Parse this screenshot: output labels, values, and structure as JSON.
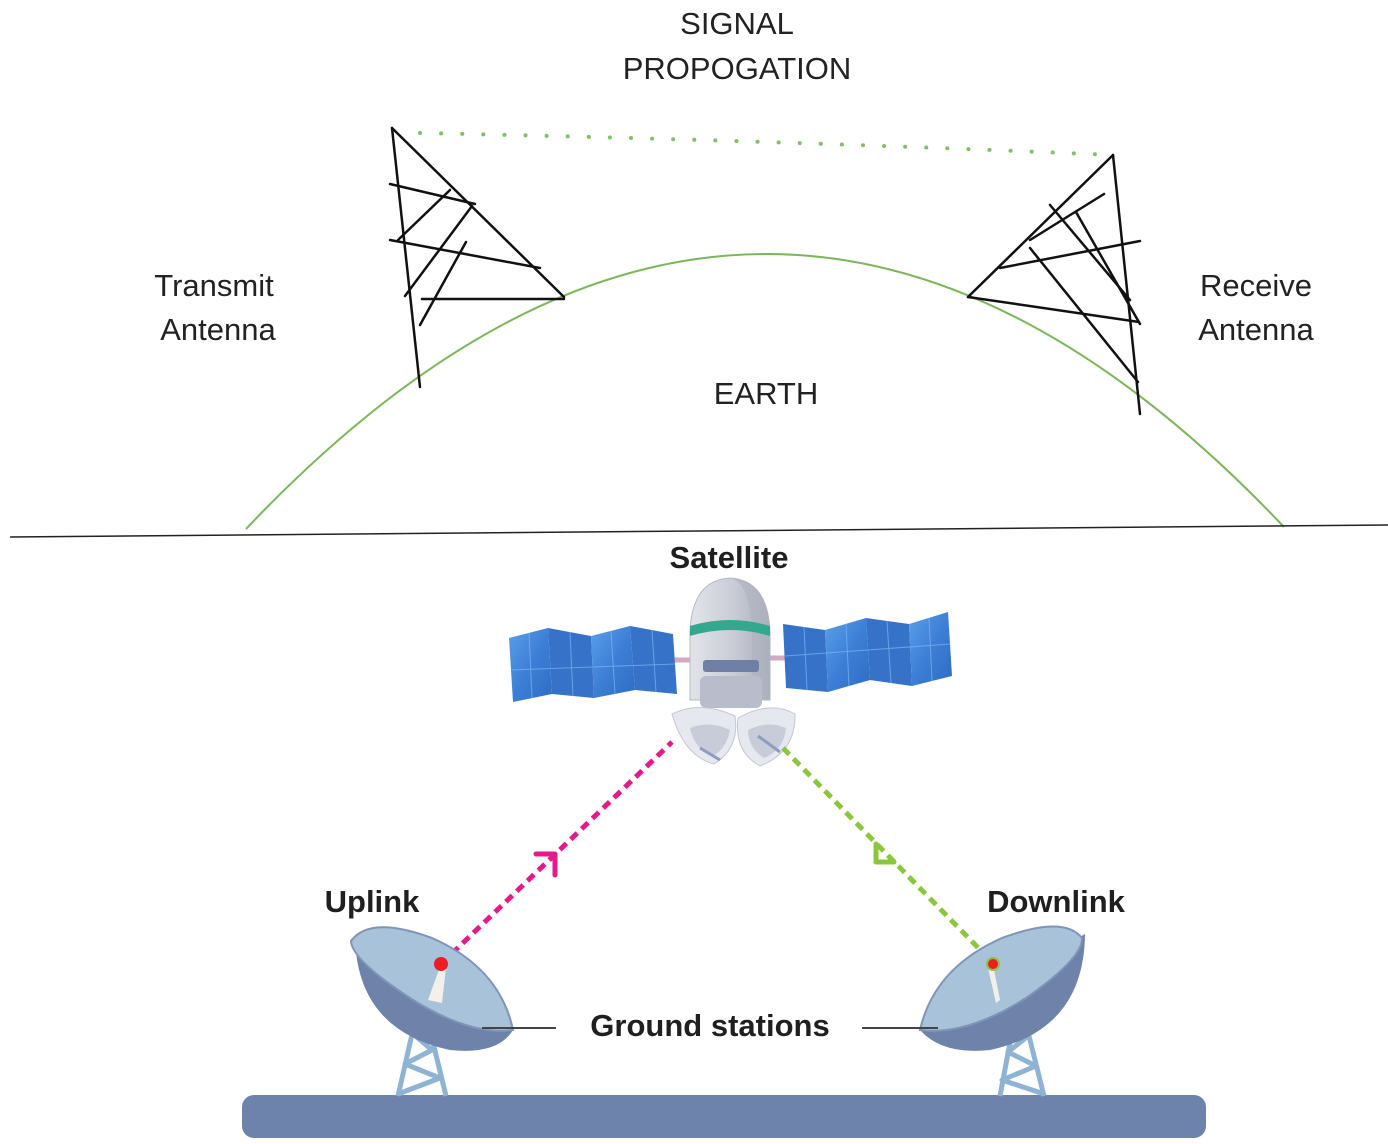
{
  "top_panel": {
    "title_line1": "SIGNAL",
    "title_line2": "PROPOGATION",
    "transmit_line1": "Transmit",
    "transmit_line2": "Antenna",
    "receive_line1": "Receive",
    "receive_line2": "Antenna",
    "earth_label": "EARTH",
    "colors": {
      "earth_arc": "#7cb65a",
      "signal_path": "#82c065",
      "tower": "#111111"
    }
  },
  "bottom_panel": {
    "satellite_label": "Satellite",
    "uplink_label": "Uplink",
    "downlink_label": "Downlink",
    "ground_label": "Ground stations",
    "colors": {
      "uplink_beam": "#e5198a",
      "downlink_beam": "#8cc63f",
      "solar_panel": "#3f7fd4",
      "dish": "#6f82a9",
      "ground": "#6e83ab",
      "feed_dot": "#ee1c24"
    },
    "icons": [
      "satellite-icon",
      "solar-panel-icon",
      "dish-antenna-icon",
      "lattice-tower-icon"
    ]
  }
}
